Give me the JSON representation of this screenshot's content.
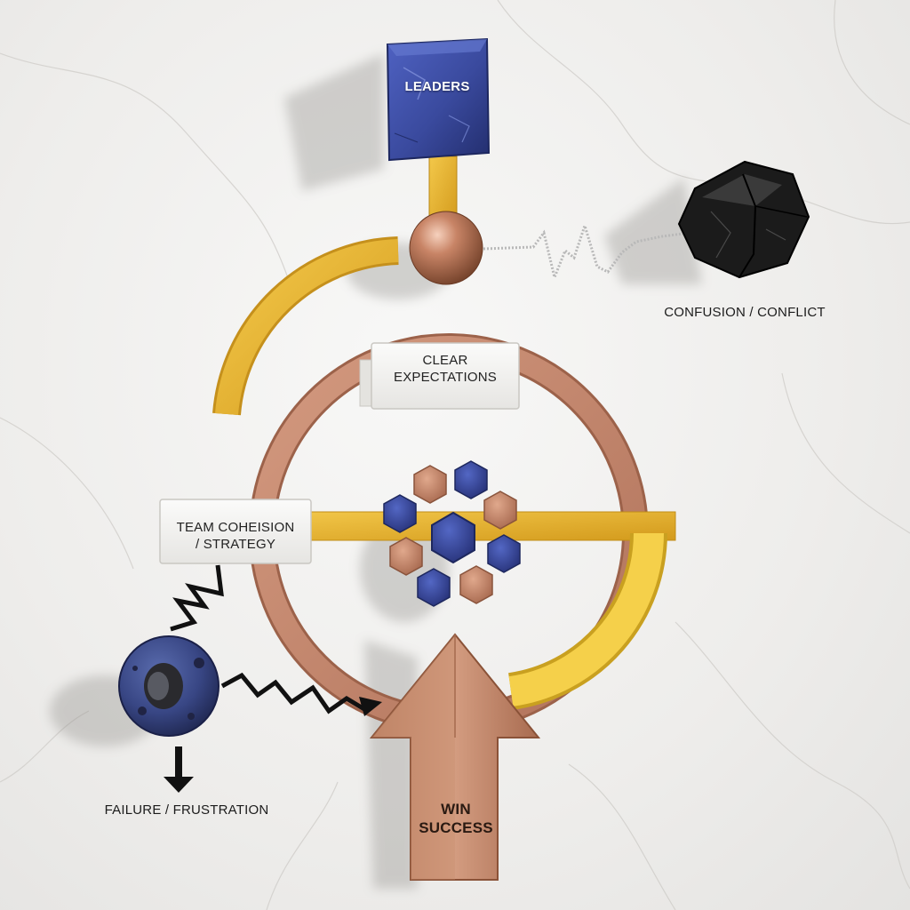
{
  "diagram": {
    "nodes": {
      "leaders": {
        "lines": [
          "LEADERS"
        ]
      },
      "confusion": {
        "lines": [
          "CONFUSION / CONFLICT"
        ]
      },
      "clear_expectations": {
        "lines": [
          "CLEAR",
          "EXPECTATIONS"
        ]
      },
      "team": {
        "lines": [
          "TEAM COHEISION",
          "/ STRATEGY"
        ]
      },
      "failure": {
        "lines": [
          "FAILURE / FRUSTRATION"
        ]
      },
      "win": {
        "lines": [
          "WIN",
          "SUCCESS"
        ]
      }
    },
    "colors": {
      "lapis": "#3a4a9e",
      "gold": "#e7b22e",
      "copper": "#c4876c",
      "obsidian": "#1f1f1f",
      "marble": "#f4f4f2"
    },
    "icons": [
      "cube-block",
      "copper-sphere",
      "cracked-black-rock",
      "hexagon-cluster",
      "pitted-stone",
      "zigzag-arrow",
      "down-arrow",
      "up-arrow"
    ]
  }
}
